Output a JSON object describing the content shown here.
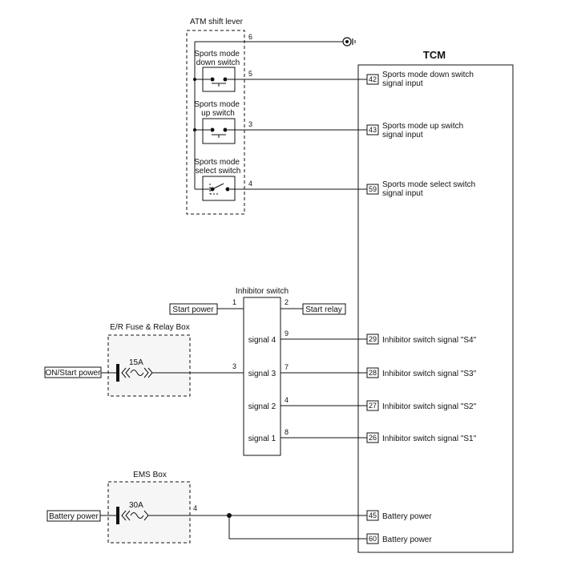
{
  "tcm": {
    "title": "TCM",
    "pins": [
      {
        "num": "42",
        "line1": "Sports mode down switch",
        "line2": "signal input"
      },
      {
        "num": "43",
        "line1": "Sports mode up switch",
        "line2": "signal input"
      },
      {
        "num": "59",
        "line1": "Sports mode select switch",
        "line2": "signal input"
      },
      {
        "num": "29",
        "line1": "Inhibitor switch signal \"S4\""
      },
      {
        "num": "28",
        "line1": "Inhibitor switch signal \"S3\""
      },
      {
        "num": "27",
        "line1": "Inhibitor switch signal \"S2\""
      },
      {
        "num": "26",
        "line1": "Inhibitor switch signal \"S1\""
      },
      {
        "num": "45",
        "line1": "Battery power"
      },
      {
        "num": "60",
        "line1": "Battery power"
      }
    ]
  },
  "shift_lever": {
    "title": "ATM shift lever",
    "ground_pin": "6",
    "down": {
      "line1": "Sports mode",
      "line2": "down switch",
      "pin": "5"
    },
    "up": {
      "line1": "Sports mode",
      "line2": "up switch",
      "pin": "3"
    },
    "select": {
      "line1": "Sports mode",
      "line2": "select switch",
      "pin": "4"
    }
  },
  "inhibitor": {
    "title": "Inhibitor switch",
    "start_power": "Start power",
    "start_power_pin": "1",
    "start_relay": "Start relay",
    "start_relay_pin": "2",
    "in_pin": "3",
    "signals": [
      {
        "label": "signal 4",
        "pin": "9"
      },
      {
        "label": "signal 3",
        "pin": "7"
      },
      {
        "label": "signal 2",
        "pin": "4"
      },
      {
        "label": "signal 1",
        "pin": "8"
      }
    ]
  },
  "er_box": {
    "title": "E/R Fuse & Relay Box",
    "fuse": "15A",
    "source": "ON/Start power"
  },
  "ems_box": {
    "title": "EMS Box",
    "fuse": "30A",
    "source": "Battery power",
    "pin": "4"
  }
}
